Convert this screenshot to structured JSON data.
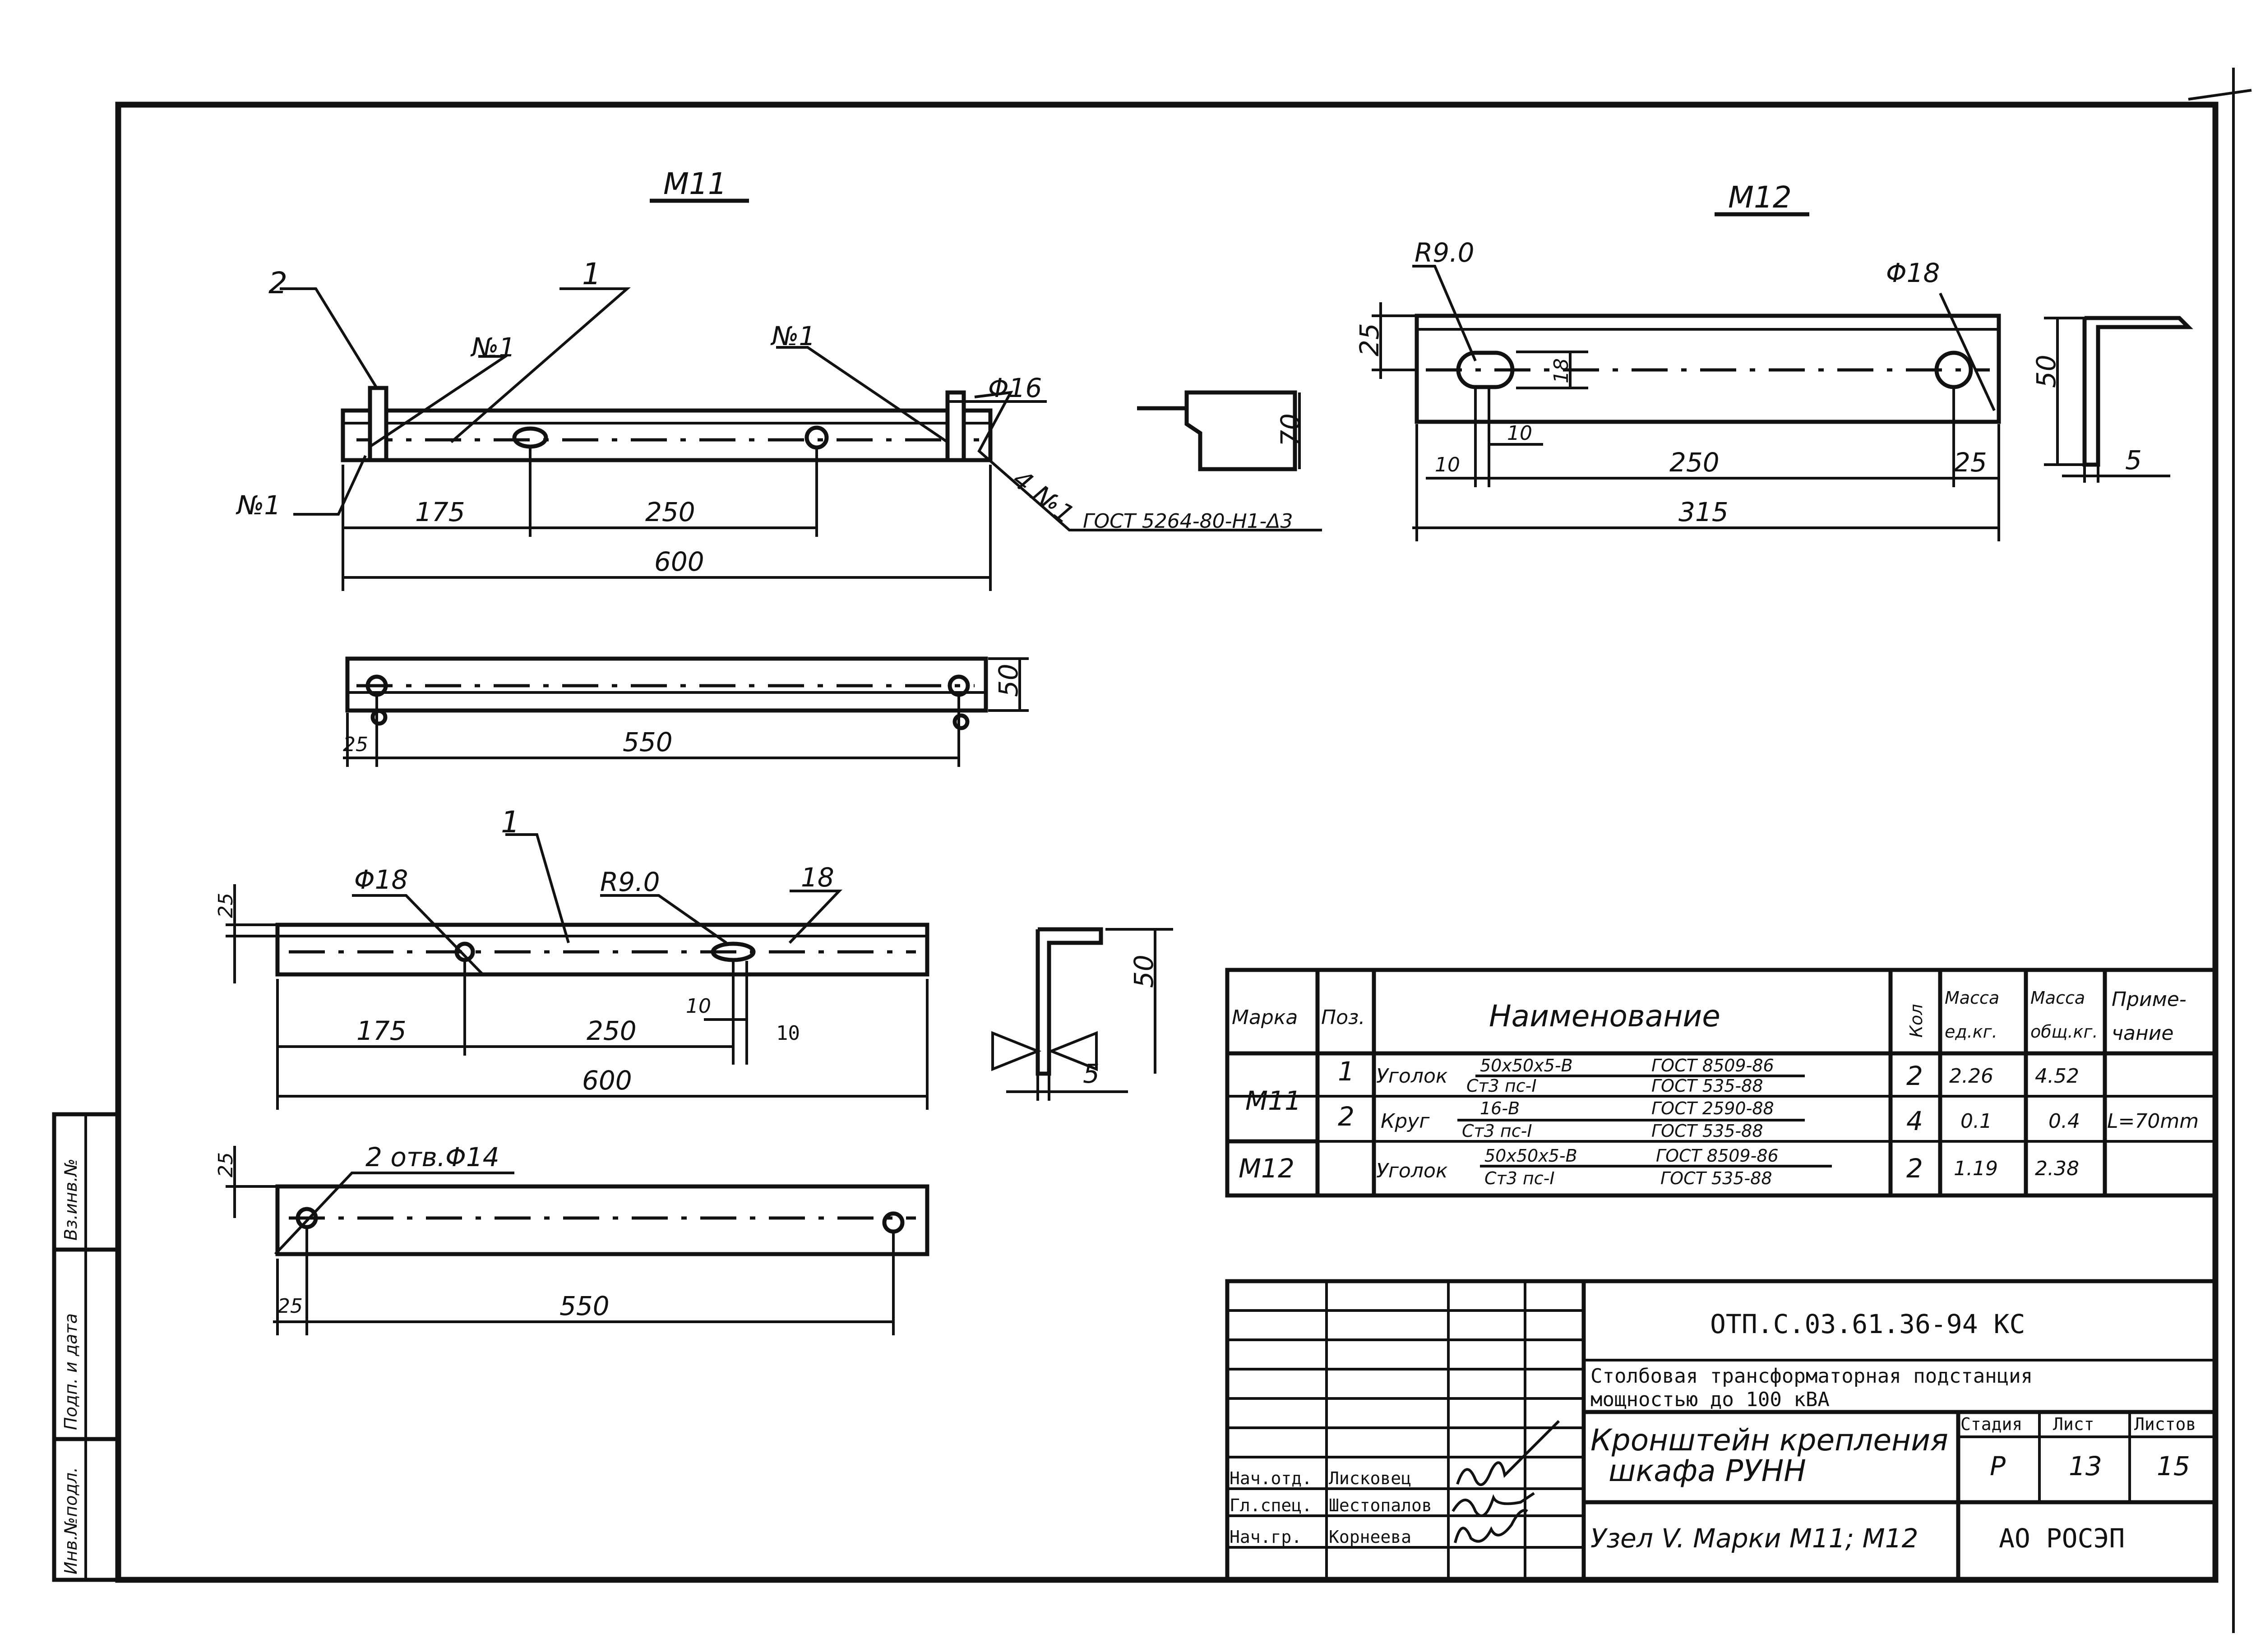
{
  "views": {
    "m11_title": "М11",
    "m12_title": "М12",
    "m11_front": {
      "pos1": "1",
      "pos2": "2",
      "weld1": "№1",
      "weld2": "№1",
      "weld3": "№1",
      "weld4": "4 №1",
      "weld_std": "ГОСТ 5264-80-Н1-Δ3",
      "dia": "Φ16",
      "d175": "175",
      "d250": "250",
      "d600": "600",
      "h70": "70"
    },
    "m11_plan": {
      "d50": "50",
      "d25": "25",
      "d550": "550"
    },
    "m11_detail": {
      "pos1": "1",
      "dia": "Φ18",
      "r": "R9.0",
      "d18": "18",
      "d25": "25",
      "d175": "175",
      "d250": "250",
      "d600": "600",
      "d10a": "10",
      "d10b": "10",
      "d50": "50",
      "d5": "5"
    },
    "m11_plan2": {
      "holes": "2 отв.Φ14",
      "d25a": "25",
      "d25b": "25",
      "d550": "550"
    },
    "m12_front": {
      "r": "R9.0",
      "dia": "Φ18",
      "d25": "25",
      "d18": "18",
      "d10a": "10",
      "d10b": "10",
      "d250": "250",
      "d25b": "25",
      "d315": "315",
      "d50": "50",
      "d5": "5"
    }
  },
  "spec_table": {
    "headers": {
      "mark": "Марка",
      "pos": "Поз.",
      "name": "Наименование",
      "qty": "Кол",
      "mass_unit": [
        "Масса",
        "ед.кг."
      ],
      "mass_total": [
        "Масса",
        "общ.кг."
      ],
      "note": [
        "Приме-",
        "чание"
      ]
    },
    "rows": [
      {
        "mark": "М11",
        "pos": "1",
        "item": "Уголок",
        "top": "50х50х5-В",
        "top_std": "ГОСТ 8509-86",
        "bot": "Ст3 пс-I",
        "bot_std": "ГОСТ 535-88",
        "qty": "2",
        "mu": "2.26",
        "mt": "4.52",
        "note": ""
      },
      {
        "mark": "",
        "pos": "2",
        "item": "Круг",
        "top": "16-В",
        "top_std": "ГОСТ 2590-88",
        "bot": "Ст3 пс-I",
        "bot_std": "ГОСТ 535-88",
        "qty": "4",
        "mu": "0.1",
        "mt": "0.4",
        "note": "L=70mm"
      },
      {
        "mark": "М12",
        "pos": "",
        "item": "Уголок",
        "top": "50х50х5-В",
        "top_std": "ГОСТ 8509-86",
        "bot": "Ст3 пс-I",
        "bot_std": "ГОСТ 535-88",
        "qty": "2",
        "mu": "1.19",
        "mt": "2.38",
        "note": ""
      }
    ]
  },
  "title_block": {
    "doc_code": "ОТП.С.03.61.36-94 КС",
    "project": "Столбовая трансформаторная подстанция мощностью до 100 кВА",
    "drawing_title": "Кронштейн крепления шкафа РУНН",
    "sheet_title": "Узел V. Марки М11; М12",
    "stage_label": "Стадия",
    "sheet_label": "Лист",
    "sheets_label": "Листов",
    "stage": "Р",
    "sheet": "13",
    "sheets": "15",
    "org": "АО РОСЭП",
    "people": [
      {
        "role": "Нач.отд.",
        "name": "Лисковец"
      },
      {
        "role": "Гл.спец.",
        "name": "Шестопалов"
      },
      {
        "role": "Нач.гр.",
        "name": "Корнеева"
      }
    ]
  },
  "side_stamp": [
    "Инв.№подл.",
    "Подп. и дата",
    "Вз.инв.№"
  ]
}
